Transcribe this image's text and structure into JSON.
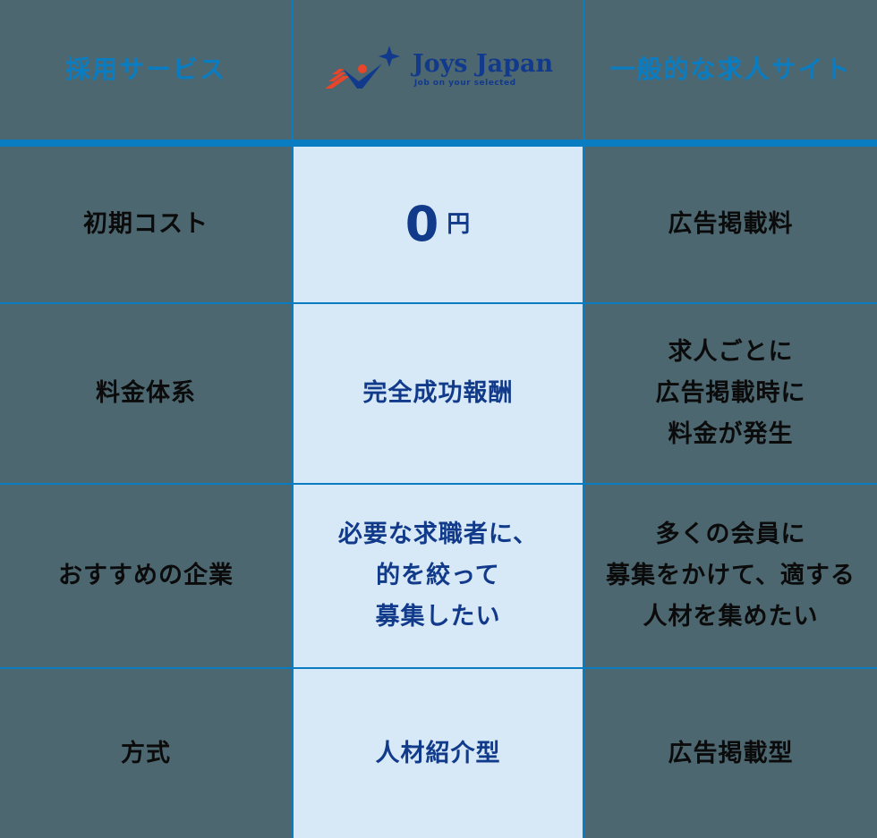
{
  "header": {
    "col1": "採用サービス",
    "col2_logo": {
      "title": "Joys Japan",
      "tagline": "Job on your selected"
    },
    "col3": "一般的な求人サイト"
  },
  "rows": [
    {
      "label": "初期コスト",
      "joys": {
        "value": "0",
        "unit": "円"
      },
      "general": "広告掲載料"
    },
    {
      "label": "料金体系",
      "joys": "完全成功報酬",
      "general": "求人ごとに\n広告掲載時に\n料金が発生"
    },
    {
      "label": "おすすめの企業",
      "joys": "必要な求職者に、\n的を絞って\n募集したい",
      "general": "多くの会員に\n募集をかけて、適する\n人材を集めたい"
    },
    {
      "label": "方式",
      "joys": "人材紹介型",
      "general": "広告掲載型"
    }
  ],
  "colors": {
    "background": "#4d6770",
    "highlight_column": "#d7e8f6",
    "line": "#0a7dc2",
    "header_text": "#0a7dc2",
    "highlight_text": "#113a8a",
    "logo_accent": "#e8452a"
  }
}
